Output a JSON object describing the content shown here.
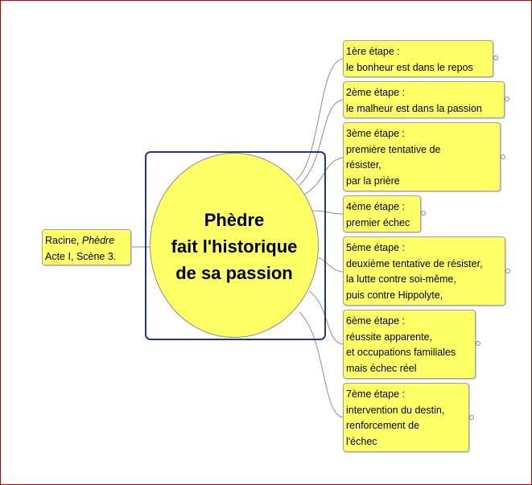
{
  "central": {
    "title": "Phèdre\nfait l'historique\nde sa passion"
  },
  "source": {
    "author": "Racine, ",
    "work": "Phèdre",
    "scene": "Acte I, Scène 3."
  },
  "steps": [
    {
      "lines": [
        "1ère étape :",
        "le bonheur est dans le repos"
      ]
    },
    {
      "lines": [
        "2ème étape :",
        "le malheur est dans la passion"
      ]
    },
    {
      "lines": [
        "3ème étape :",
        "première tentative de",
        "résister,",
        "par la prière"
      ]
    },
    {
      "lines": [
        "4ème étape :",
        "premier échec"
      ]
    },
    {
      "lines": [
        "5ème étape :",
        "deuxième tentative de résister,",
        "la lutte contre soi-même,",
        "puis contre Hippolyte,"
      ]
    },
    {
      "lines": [
        "6ème étape :",
        "réussite apparente,",
        "et occupations familiales",
        "mais échec réel"
      ]
    },
    {
      "lines": [
        "7ème étape :",
        "intervention du destin,",
        "renforcement de",
        "l'échec"
      ]
    }
  ]
}
